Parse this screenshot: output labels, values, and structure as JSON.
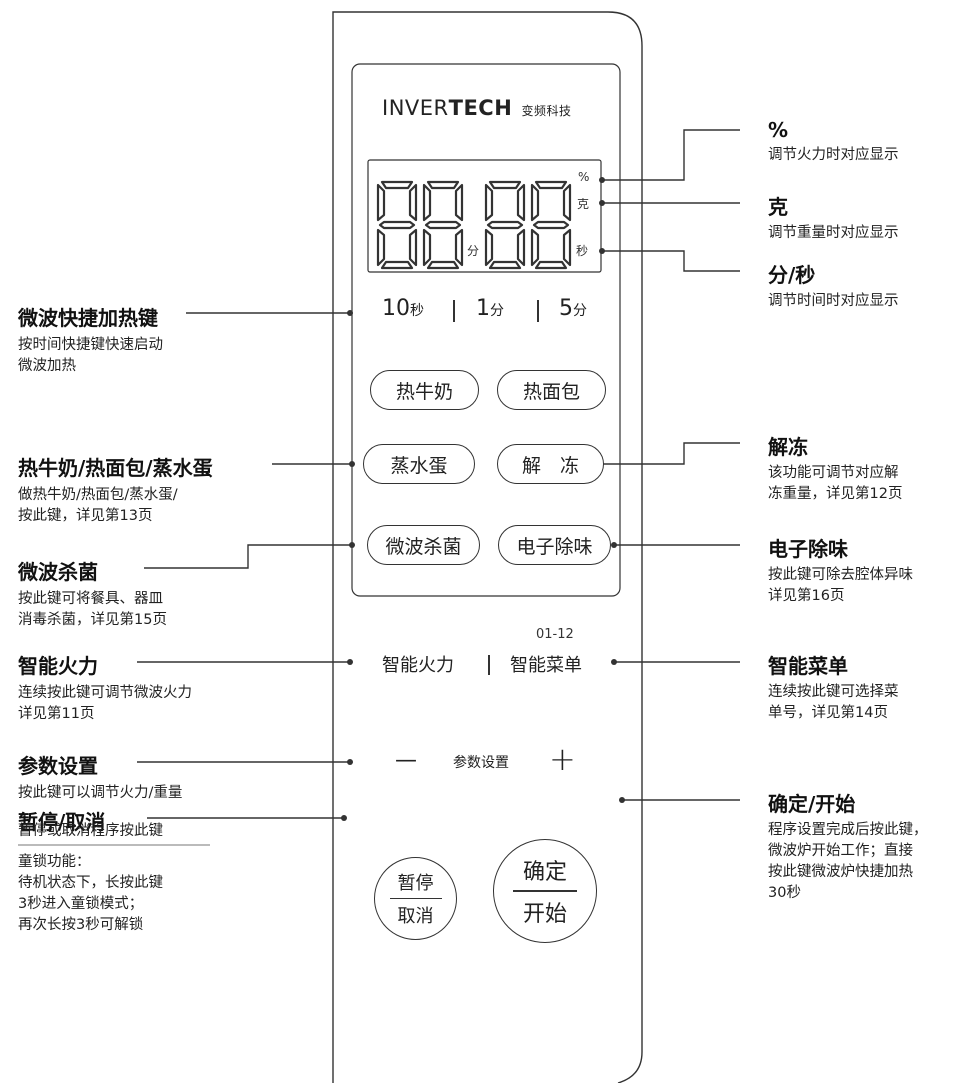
{
  "brand": {
    "name_latin_thin": "INVER",
    "name_latin_bold": "TECH",
    "name_cn": "变频科技"
  },
  "display": {
    "digits_left": "88",
    "digits_right": "88",
    "unit_min": "分",
    "unit_percent": "%",
    "unit_gram": "克",
    "unit_sec": "秒"
  },
  "quick_keys": [
    {
      "num": "10",
      "unit": "秒"
    },
    {
      "num": "1",
      "unit": "分"
    },
    {
      "num": "5",
      "unit": "分"
    }
  ],
  "buttons": {
    "hot_milk": "热牛奶",
    "hot_bread": "热面包",
    "steam_egg": "蒸水蛋",
    "defrost": "解　冻",
    "sterilize": "微波杀菌",
    "deodorize": "电子除味",
    "smart_fire": "智能火力",
    "smart_menu": "智能菜单",
    "menu_range": "01-12",
    "param_minus": "—",
    "param_label": "参数设置",
    "param_plus": "+",
    "pause_top": "暂停",
    "pause_bottom": "取消",
    "confirm_top": "确定",
    "confirm_bottom": "开始"
  },
  "left_callouts": [
    {
      "title": "微波快捷加热键",
      "desc": [
        "按时间快捷键快速启动",
        "微波加热"
      ]
    },
    {
      "title": "热牛奶/热面包/蒸水蛋",
      "desc": [
        "做热牛奶/热面包/蒸水蛋/",
        "按此键，详见第13页"
      ]
    },
    {
      "title": "微波杀菌",
      "desc": [
        "按此键可将餐具、器皿",
        "消毒杀菌，详见第15页"
      ]
    },
    {
      "title": "智能火力",
      "desc": [
        "连续按此键可调节微波火力",
        "详见第11页"
      ]
    },
    {
      "title": "参数设置",
      "desc": [
        "按此键可以调节火力/重量"
      ]
    },
    {
      "title": "暂停/取消",
      "desc": [
        "暂停或取消程序按此键"
      ]
    }
  ],
  "child_lock": [
    "童锁功能：",
    "待机状态下，长按此键",
    "3秒进入童锁模式；",
    "再次长按3秒可解锁"
  ],
  "right_callouts": [
    {
      "title": "%",
      "desc": [
        "调节火力时对应显示"
      ]
    },
    {
      "title": "克",
      "desc": [
        "调节重量时对应显示"
      ]
    },
    {
      "title": "分/秒",
      "desc": [
        "调节时间时对应显示"
      ]
    },
    {
      "title": "解冻",
      "desc": [
        "该功能可调节对应解",
        "冻重量，详见第12页"
      ]
    },
    {
      "title": "电子除味",
      "desc": [
        "按此键可除去腔体异味",
        "详见第16页"
      ]
    },
    {
      "title": "智能菜单",
      "desc": [
        "连续按此键可选择菜",
        "单号，详见第14页"
      ]
    },
    {
      "title": "确定/开始",
      "desc": [
        "程序设置完成后按此键，",
        "微波炉开始工作；直接",
        "按此键微波炉快捷加热",
        "30秒"
      ]
    }
  ]
}
